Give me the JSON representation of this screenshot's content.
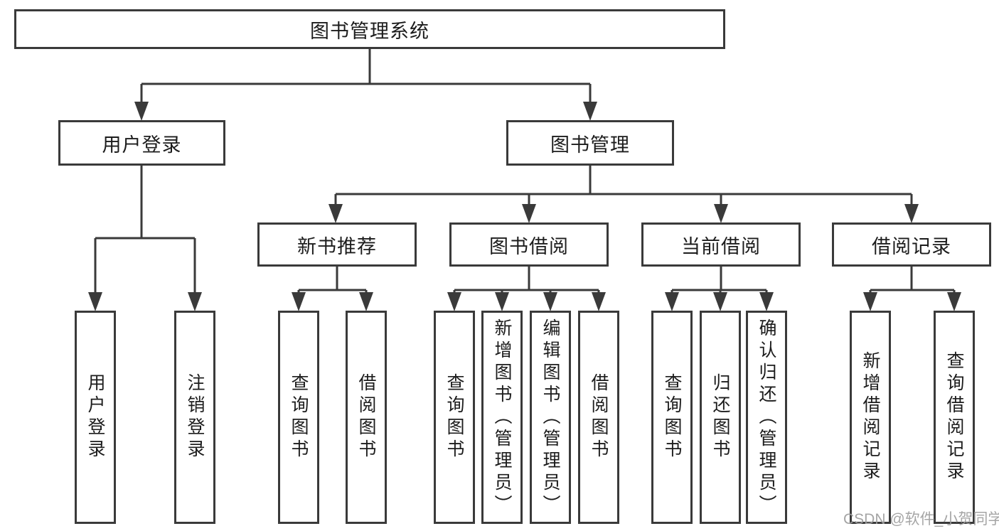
{
  "colors": {
    "background": "#ffffff",
    "line": "#3a3a3a",
    "text": "#1c1c1c",
    "watermark": "#9e9e9e"
  },
  "tree": {
    "label": "图书管理系统",
    "children": [
      {
        "label": "用户登录",
        "children": [
          {
            "label": "用户登录"
          },
          {
            "label": "注销登录"
          }
        ]
      },
      {
        "label": "图书管理",
        "children": [
          {
            "label": "新书推荐",
            "children": [
              {
                "label": "查询图书"
              },
              {
                "label": "借阅图书"
              }
            ]
          },
          {
            "label": "图书借阅",
            "children": [
              {
                "label": "查询图书"
              },
              {
                "label": "新增图书（管理员）"
              },
              {
                "label": "编辑图书（管理员）"
              },
              {
                "label": "借阅图书"
              }
            ]
          },
          {
            "label": "当前借阅",
            "children": [
              {
                "label": "查询图书"
              },
              {
                "label": "归还图书"
              },
              {
                "label": "确认归还（管理员）"
              }
            ]
          },
          {
            "label": "借阅记录",
            "children": [
              {
                "label": "新增借阅记录"
              },
              {
                "label": "查询借阅记录"
              }
            ]
          }
        ]
      }
    ]
  },
  "watermark": {
    "text": "CSDN @软件_小贺同学"
  }
}
